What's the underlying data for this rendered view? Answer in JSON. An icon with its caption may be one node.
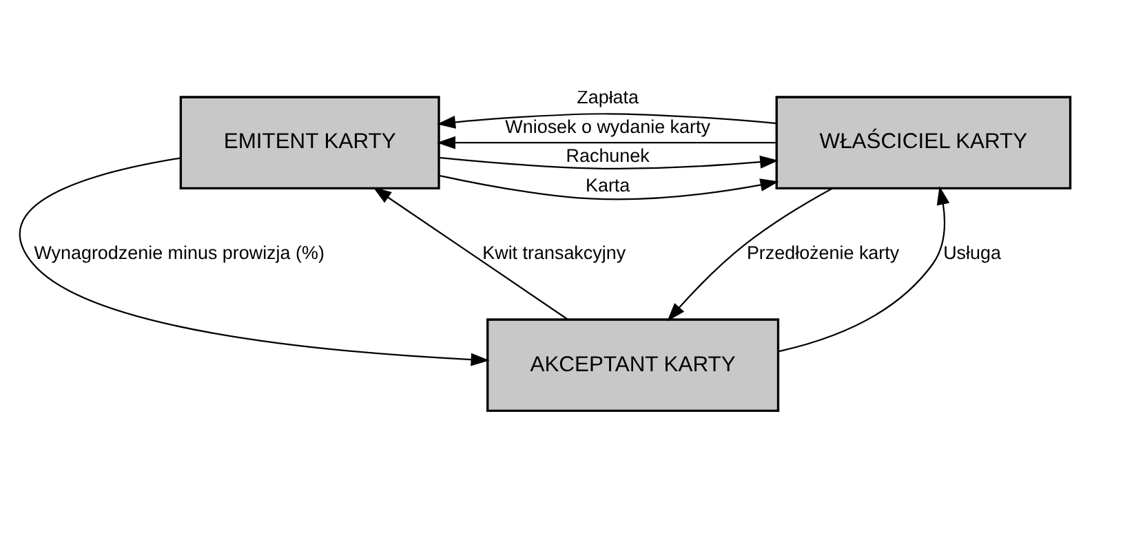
{
  "diagram": {
    "nodes": [
      {
        "text": [
          "EMITENT KARTY"
        ]
      },
      {
        "text": [
          "WŁAŚCICIEL KARTY"
        ]
      },
      {
        "text": [
          "AKCEPTANT KARTY"
        ]
      }
    ],
    "edges": [
      {
        "from": 1,
        "to": 0,
        "arrow": "to",
        "label": "Wniosek o wydanie karty"
      },
      {
        "from": 0,
        "to": 1,
        "arrow": "to",
        "label": "Karta"
      },
      {
        "from": 0,
        "to": 1,
        "arrow": "to",
        "label": "Rachunek"
      },
      {
        "from": 1,
        "to": 0,
        "arrow": "to",
        "label": "Zapłata"
      },
      {
        "from": 0,
        "to": 2,
        "arrow": "to",
        "label": "Wynagrodzenie minus prowizja (%)"
      },
      {
        "from": 2,
        "to": 0,
        "arrow": "to",
        "label": "Kwit transakcyjny"
      },
      {
        "from": 2,
        "to": 1,
        "arrow": "to",
        "label": "Usługa"
      },
      {
        "from": 1,
        "to": 2,
        "arrow": "to",
        "label": "Przedłożenie karty"
      }
    ]
  }
}
